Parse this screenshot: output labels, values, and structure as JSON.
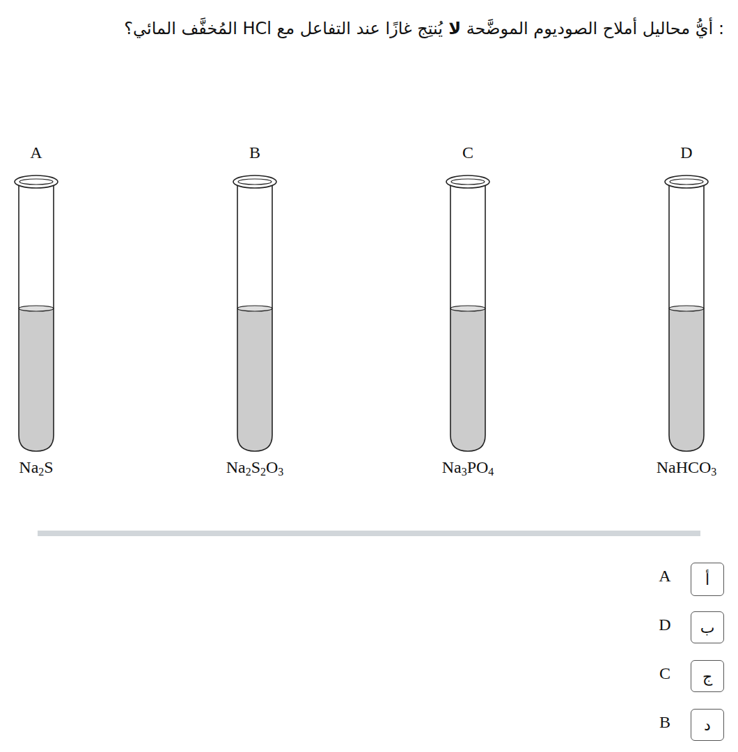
{
  "diagram": {
    "title": ": أيُّ محاليل أملاح الصوديوم الموضَّحة لا يُنتِج غازًا عند التفاعل مع HCl المُخفَّف المائي؟",
    "nodes": [
      {
        "text": [
          "A",
          "Na2S"
        ]
      },
      {
        "text": [
          "B",
          "Na2S2O3"
        ]
      },
      {
        "text": [
          "C",
          "Na3PO4"
        ]
      },
      {
        "text": [
          "D",
          "NaHCO3"
        ]
      },
      {
        "text": [
          "أ"
        ]
      },
      {
        "text": [
          "ب"
        ]
      },
      {
        "text": [
          "ج"
        ]
      },
      {
        "text": [
          "د"
        ]
      }
    ],
    "labels": [
      "A",
      "D",
      "C",
      "B"
    ]
  }
}
